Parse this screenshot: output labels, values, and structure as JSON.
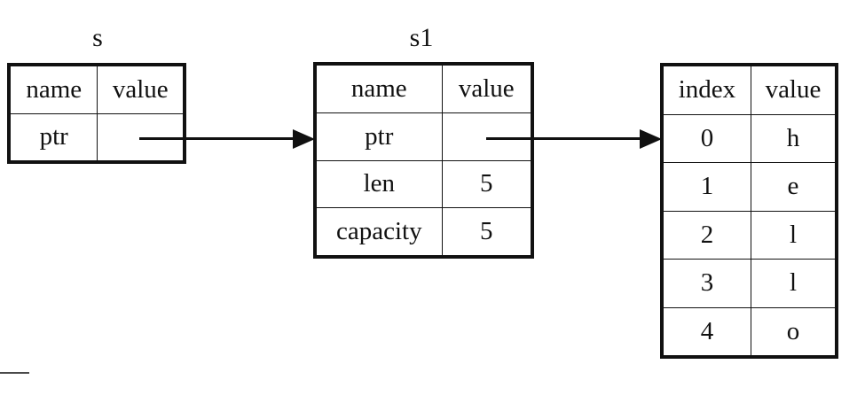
{
  "diagram": {
    "title": "rust-string-heap-layout",
    "background_color": "#ffffff",
    "line_color": "#111111"
  },
  "tables": [
    {
      "key": "stack_s",
      "label": "s",
      "columns": [
        "name",
        "value"
      ],
      "rows": [
        {
          "name": "ptr",
          "value": ""
        }
      ]
    },
    {
      "key": "stack_s1",
      "label": "s1",
      "columns": [
        "name",
        "value"
      ],
      "rows": [
        {
          "name": "ptr",
          "value": ""
        },
        {
          "name": "len",
          "value": "5"
        },
        {
          "name": "capacity",
          "value": "5"
        }
      ]
    },
    {
      "key": "heap_buffer",
      "label": "",
      "columns": [
        "index",
        "value"
      ],
      "rows": [
        {
          "index": "0",
          "value": "h"
        },
        {
          "index": "1",
          "value": "e"
        },
        {
          "index": "2",
          "value": "l"
        },
        {
          "index": "3",
          "value": "l"
        },
        {
          "index": "4",
          "value": "o"
        }
      ]
    }
  ],
  "arrows": [
    {
      "key": "s-ptr-to-s1",
      "from": "stack_s.ptr.value",
      "to": "stack_s1"
    },
    {
      "key": "s1-ptr-to-heap",
      "from": "stack_s1.ptr.value",
      "to": "heap_buffer"
    }
  ]
}
